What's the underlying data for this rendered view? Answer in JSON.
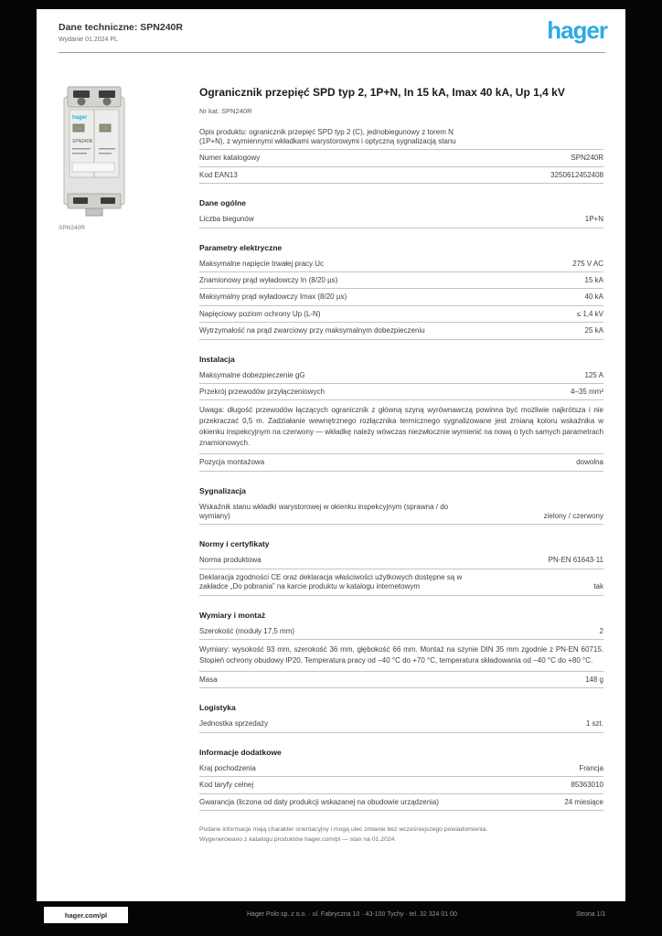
{
  "colors": {
    "brand_blue": "#2daae2",
    "page_bg": "#ffffff",
    "frame_bg": "#050505",
    "rule_gray": "#c4c4c4"
  },
  "page": {
    "header": {
      "doc_title": "Dane techniczne: SPN240R",
      "doc_subtitle": "Wydanie 01.2024 PL",
      "brand": "hager"
    },
    "product": {
      "caption": "SPN240R",
      "device_brand": "hager",
      "device_ref": "SPN240R"
    },
    "main": {
      "title": "Ogranicznik przepięć SPD typ 2, 1P+N, In 15 kA, Imax 40 kA, Up 1,4 kV",
      "subtitle": "Nr kat. SPN240R",
      "sections": [
        {
          "title": "",
          "items": [
            {
              "type": "row",
              "label": "Opis produktu: ogranicznik przepięć SPD typ 2 (C), jednobiegunowy z torem N (1P+N), z wymiennymi wkładkami warystorowymi i optyczną sygnalizacją stanu",
              "value": ""
            },
            {
              "type": "row",
              "label": "Numer katalogowy",
              "value": "SPN240R"
            },
            {
              "type": "row",
              "label": "Kod EAN13",
              "value": "3250612452408"
            }
          ]
        },
        {
          "title": "Dane ogólne",
          "items": [
            {
              "type": "row",
              "label": "Liczba biegunów",
              "value": "1P+N"
            }
          ]
        },
        {
          "title": "Parametry elektryczne",
          "items": [
            {
              "type": "row",
              "label": "Maksymalne napięcie trwałej pracy Uc",
              "value": "275 V AC"
            },
            {
              "type": "row",
              "label": "Znamionowy prąd wyładowczy In (8/20 µs)",
              "value": "15 kA"
            },
            {
              "type": "row",
              "label": "Maksymalny prąd wyładowczy Imax (8/20 µs)",
              "value": "40 kA"
            },
            {
              "type": "row",
              "label": "Napięciowy poziom ochrony Up (L-N)",
              "value": "≤ 1,4 kV"
            },
            {
              "type": "row",
              "label": "Wytrzymałość na prąd zwarciowy przy maksymalnym dobezpieczeniu",
              "value": "25 kA"
            }
          ]
        },
        {
          "title": "Instalacja",
          "items": [
            {
              "type": "row",
              "label": "Maksymalne dobezpieczenie gG",
              "value": "125 A"
            },
            {
              "type": "row",
              "label": "Przekrój przewodów przyłączeniowych",
              "value": "4–35 mm²"
            },
            {
              "type": "note",
              "text": "Uwaga: długość przewodów łączących ogranicznik z główną szyną wyrównawczą powinna być możliwie najkrótsza i nie przekraczać 0,5 m. Zadziałanie wewnętrznego rozłącznika termicznego sygnalizowane jest zmianą koloru wskaźnika w okienku inspekcyjnym na czerwony — wkładkę należy wówczas niezwłocznie wymienić na nową o tych samych parametrach znamionowych."
            },
            {
              "type": "row",
              "label": "Pozycja montażowa",
              "value": "dowolna"
            }
          ]
        },
        {
          "title": "Sygnalizacja",
          "items": [
            {
              "type": "row",
              "label": "Wskaźnik stanu wkładki warystorowej w okienku inspekcyjnym (sprawna / do wymiany)",
              "value": "zielony / czerwony"
            }
          ]
        },
        {
          "title": "Normy i certyfikaty",
          "items": [
            {
              "type": "row",
              "label": "Norma produktowa",
              "value": "PN-EN 61643-11"
            },
            {
              "type": "row",
              "label": "Deklaracja zgodności CE oraz deklaracja właściwości użytkowych dostępne są w zakładce „Do pobrania” na karcie produktu w katalogu internetowym",
              "value": "tak"
            }
          ]
        },
        {
          "title": "Wymiary i montaż",
          "items": [
            {
              "type": "row",
              "label": "Szerokość (moduły 17,5 mm)",
              "value": "2"
            },
            {
              "type": "note",
              "text": "Wymiary: wysokość 93 mm, szerokość 36 mm, głębokość 66 mm. Montaż na szynie DIN 35 mm zgodnie z PN-EN 60715. Stopień ochrony obudowy IP20. Temperatura pracy od −40 °C do +70 °C, temperatura składowania od −40 °C do +80 °C."
            },
            {
              "type": "row",
              "label": "Masa",
              "value": "148 g"
            }
          ]
        },
        {
          "title": "Logistyka",
          "items": [
            {
              "type": "row",
              "label": "Jednostka sprzedaży",
              "value": "1 szt."
            }
          ]
        },
        {
          "title": "Informacje dodatkowe",
          "items": [
            {
              "type": "row",
              "label": "Kraj pochodzenia",
              "value": "Francja"
            },
            {
              "type": "row",
              "label": "Kod taryfy celnej",
              "value": "85363010"
            },
            {
              "type": "row",
              "label": "Gwarancja (liczona od daty produkcji wskazanej na obudowie urządzenia)",
              "value": "24 miesiące"
            }
          ]
        }
      ],
      "footnotes": [
        "Podane informacje mają charakter orientacyjny i mogą ulec zmianie bez wcześniejszego powiadomienia.",
        "Wygenerowano z katalogu produktów hager.com/pl — stan na 01.2024."
      ]
    },
    "footer": {
      "site": "hager.com/pl",
      "center": "Hager Polo sp. z o.o. · ul. Fabryczna 10 · 43-100 Tychy · tel. 32 324 01 00",
      "page": "Strona 1/1"
    }
  }
}
